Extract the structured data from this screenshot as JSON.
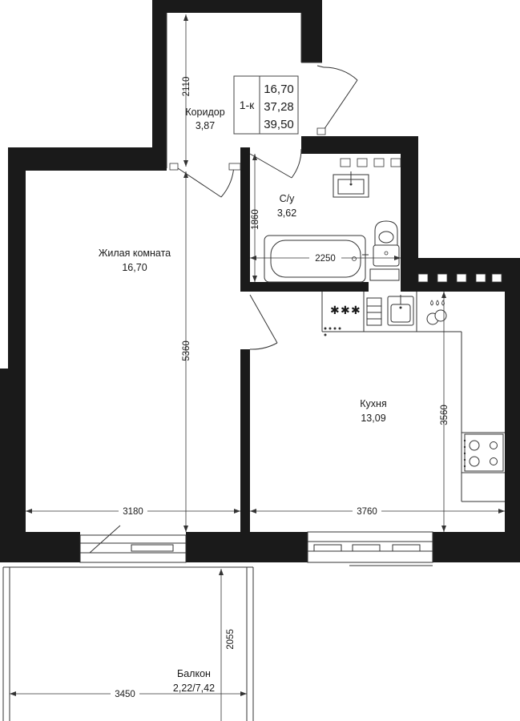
{
  "summary": {
    "type": "1-к",
    "living_area": "16,70",
    "total_area": "37,28",
    "total_with_balcony": "39,50"
  },
  "rooms": {
    "corridor": {
      "name": "Коридор",
      "area": "3,87"
    },
    "bathroom": {
      "name": "С/у",
      "area": "3,62"
    },
    "living": {
      "name": "Жилая комната",
      "area": "16,70"
    },
    "kitchen": {
      "name": "Кухня",
      "area": "13,09"
    },
    "balcony": {
      "name": "Балкон",
      "area": "2,22/7,42"
    }
  },
  "dimensions": {
    "corridor_height": "2110",
    "bath_height": "1860",
    "bath_width": "2250",
    "living_height": "5360",
    "living_width": "3180",
    "kitchen_height": "3560",
    "kitchen_width": "3760",
    "balcony_height": "2055",
    "balcony_width": "3450"
  },
  "icons": [
    "stove-burners-icon",
    "sink-icon",
    "water-drops-icon",
    "toilet-icon",
    "bathtub-icon",
    "hob-icon"
  ],
  "colors": {
    "wall": "#1a1a1a",
    "line": "#333333",
    "background": "#ffffff"
  }
}
